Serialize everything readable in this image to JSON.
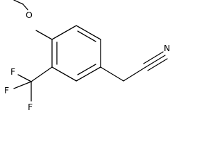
{
  "molecule": {
    "atoms": {
      "oxygen": "O",
      "nitrogen": "N",
      "fluorine_top": "F",
      "fluorine_left": "F",
      "fluorine_bottom": "F"
    },
    "line_color": "#000000",
    "background_color": "#ffffff"
  }
}
